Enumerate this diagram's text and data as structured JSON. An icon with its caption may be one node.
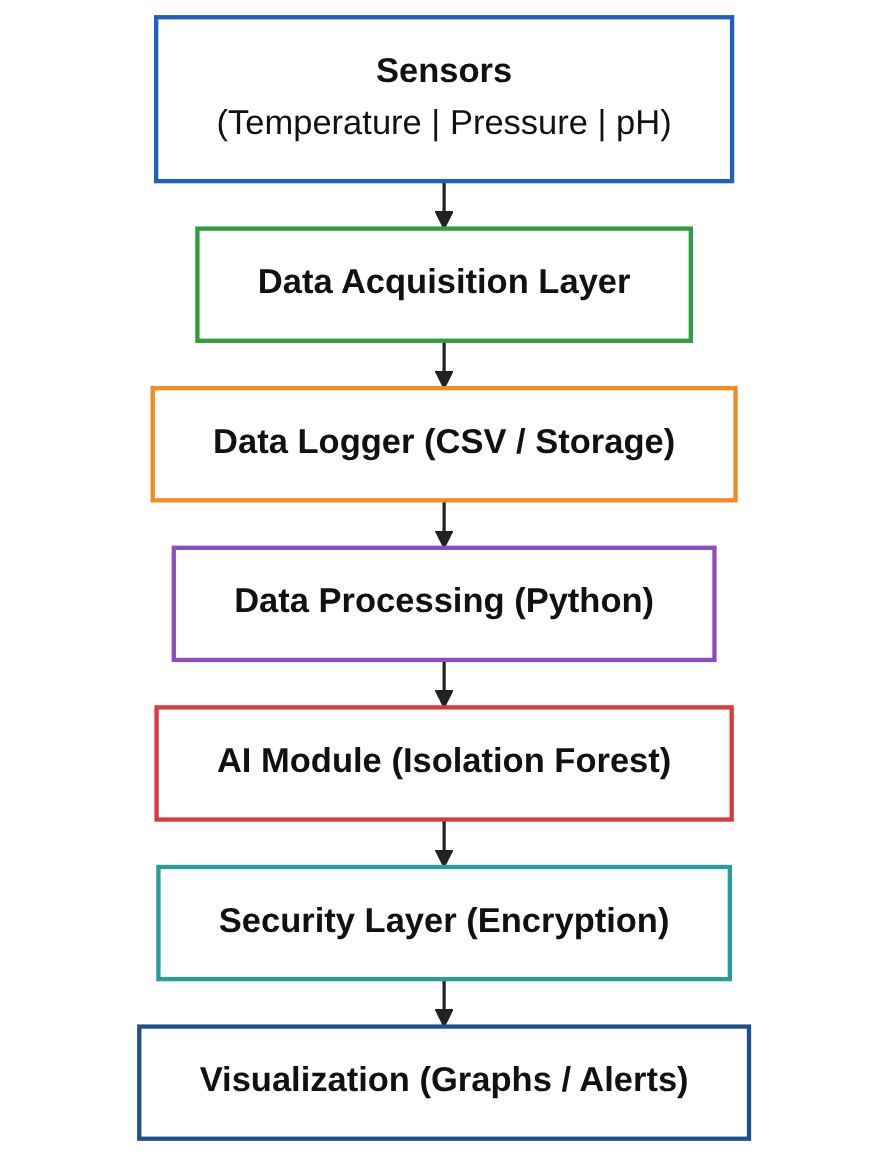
{
  "diagram": {
    "nodes": [
      {
        "text": [
          "Sensors",
          "(Temperature | Pressure | pH)"
        ]
      },
      {
        "text": [
          "Data Acquisition Layer"
        ]
      },
      {
        "text": [
          "Data Logger (CSV / Storage)"
        ]
      },
      {
        "text": [
          "Data Processing (Python)"
        ]
      },
      {
        "text": [
          "AI Module (Isolation Forest)"
        ]
      },
      {
        "text": [
          "Security Layer (Encryption)"
        ]
      },
      {
        "text": [
          "Visualization (Graphs / Alerts)"
        ]
      }
    ],
    "edges": [
      {
        "from": 0,
        "to": 1,
        "arrow": "to"
      },
      {
        "from": 1,
        "to": 2,
        "arrow": "to"
      },
      {
        "from": 2,
        "to": 3,
        "arrow": "to"
      },
      {
        "from": 3,
        "to": 4,
        "arrow": "to"
      },
      {
        "from": 4,
        "to": 5,
        "arrow": "to"
      },
      {
        "from": 5,
        "to": 6,
        "arrow": "to"
      }
    ]
  }
}
